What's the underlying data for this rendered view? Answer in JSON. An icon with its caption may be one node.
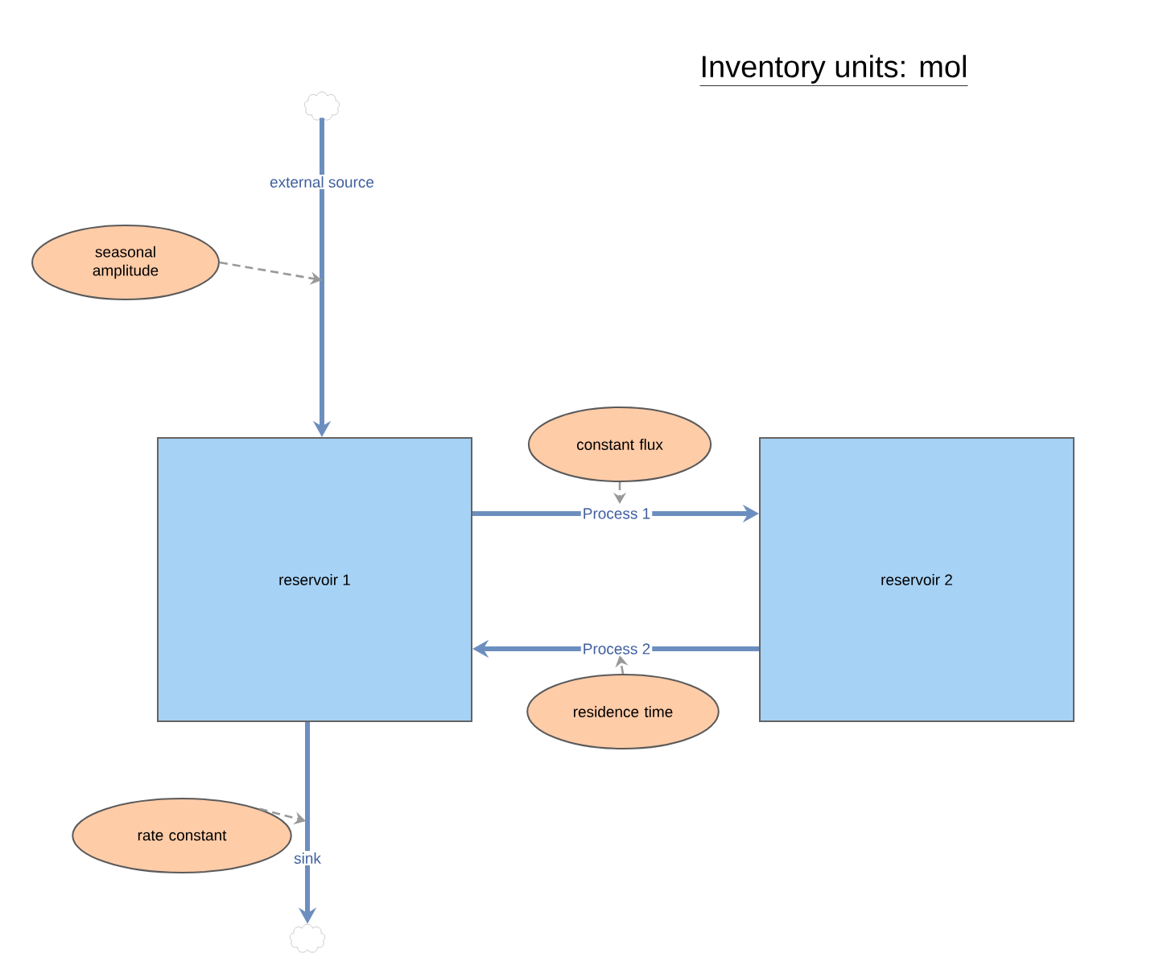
{
  "diagram": {
    "title": "Inventory units: mol",
    "nodes": [
      {
        "text": [],
        "shape": "cloud"
      },
      {
        "text": [
          "seasonal amplitude"
        ]
      },
      {
        "text": [
          "reservoir 1"
        ]
      },
      {
        "text": [
          "constant flux"
        ]
      },
      {
        "text": [
          "reservoir 2"
        ]
      },
      {
        "text": [
          "residence time"
        ]
      },
      {
        "text": [
          "rate constant"
        ]
      },
      {
        "text": [],
        "shape": "cloud"
      }
    ],
    "edges": [
      {
        "from": 0,
        "to": 2,
        "arrow": "to",
        "label": "external source",
        "style": "thick"
      },
      {
        "from": 1,
        "to": null,
        "arrow": "to",
        "style": "dashed",
        "color": "#999999"
      },
      {
        "from": 2,
        "to": 4,
        "arrow": "to",
        "label": "Process 1",
        "style": "thick"
      },
      {
        "from": 3,
        "to": null,
        "arrow": "to",
        "style": "dashed",
        "color": "#999999"
      },
      {
        "from": 4,
        "to": 2,
        "arrow": "to",
        "label": "Process 2",
        "style": "thick"
      },
      {
        "from": 5,
        "to": null,
        "arrow": "to",
        "style": "dashed",
        "color": "#999999"
      },
      {
        "from": 2,
        "to": 7,
        "arrow": "to",
        "label": "sink",
        "style": "thick"
      },
      {
        "from": 6,
        "to": null,
        "arrow": "to",
        "style": "dashed",
        "color": "#999999"
      }
    ]
  }
}
